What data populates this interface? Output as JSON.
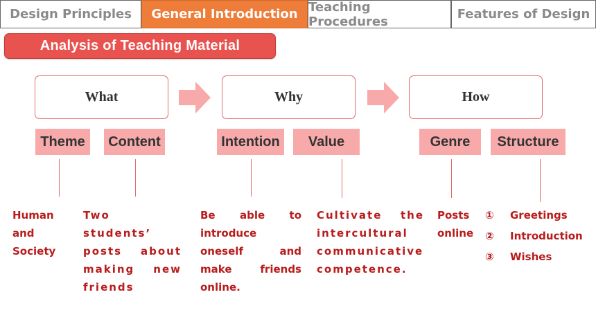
{
  "tabs": [
    {
      "label": "Design Principles",
      "active": false
    },
    {
      "label": "General Introduction",
      "active": true
    },
    {
      "label": "Teaching Procedures",
      "active": false
    },
    {
      "label": "Features of Design",
      "active": false
    }
  ],
  "banner": {
    "label": "Analysis of Teaching Material"
  },
  "questions": {
    "what": "What",
    "why": "Why",
    "how": "How"
  },
  "tags": {
    "theme": "Theme",
    "content": "Content",
    "intention": "Intention",
    "value": "Value",
    "genre": "Genre",
    "structure": "Structure"
  },
  "details": {
    "theme": "Human and Society",
    "content": "Two students’ posts about making new friends",
    "intention": "Be able to introduce oneself and make friends online.",
    "value": "Cultivate the intercultural communicative competence.",
    "genre": "Posts online",
    "structure": [
      {
        "num": "①",
        "text": "Greetings"
      },
      {
        "num": "②",
        "text": "Introduction"
      },
      {
        "num": "③",
        "text": "Wishes"
      }
    ]
  },
  "colors": {
    "active_tab": "#ee7d3a",
    "banner": "#e8524f",
    "tag_fill": "#f8aaaa",
    "accent_text": "#b81c1c",
    "arrow": "#f8aaaa"
  }
}
